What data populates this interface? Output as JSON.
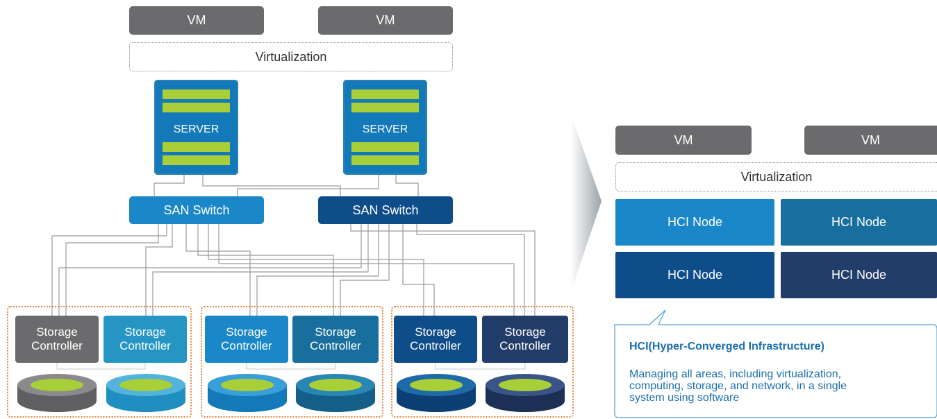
{
  "legacy": {
    "vm_labels": [
      "VM",
      "VM"
    ],
    "virtualization": "Virtualization",
    "servers": [
      "SERVER",
      "SERVER"
    ],
    "switches": [
      "SAN Switch",
      "SAN Switch"
    ],
    "storage_controllers": [
      [
        "Storage",
        "Controller"
      ],
      [
        "Storage",
        "Controller"
      ],
      [
        "Storage",
        "Controller"
      ],
      [
        "Storage",
        "Controller"
      ],
      [
        "Storage",
        "Controller"
      ],
      [
        "Storage",
        "Controller"
      ]
    ]
  },
  "hci": {
    "vm_labels": [
      "VM",
      "VM"
    ],
    "virtualization": "Virtualization",
    "nodes": [
      "HCI Node",
      "HCI Node",
      "HCI Node",
      "HCI Node"
    ],
    "callout_title": "HCI(Hyper-Converged Infrastructure)",
    "callout_lines": [
      "Managing all areas, including virtualization,",
      "computing, storage, and network, in a single",
      "system using software"
    ]
  },
  "colors": {
    "vm": "#6b6b6d",
    "accent_green": "#a8cf38",
    "server": "#1479b8",
    "switch_light": "#1a87c8",
    "switch_dark": "#0f4d8a",
    "group_border": "#e8833a"
  }
}
